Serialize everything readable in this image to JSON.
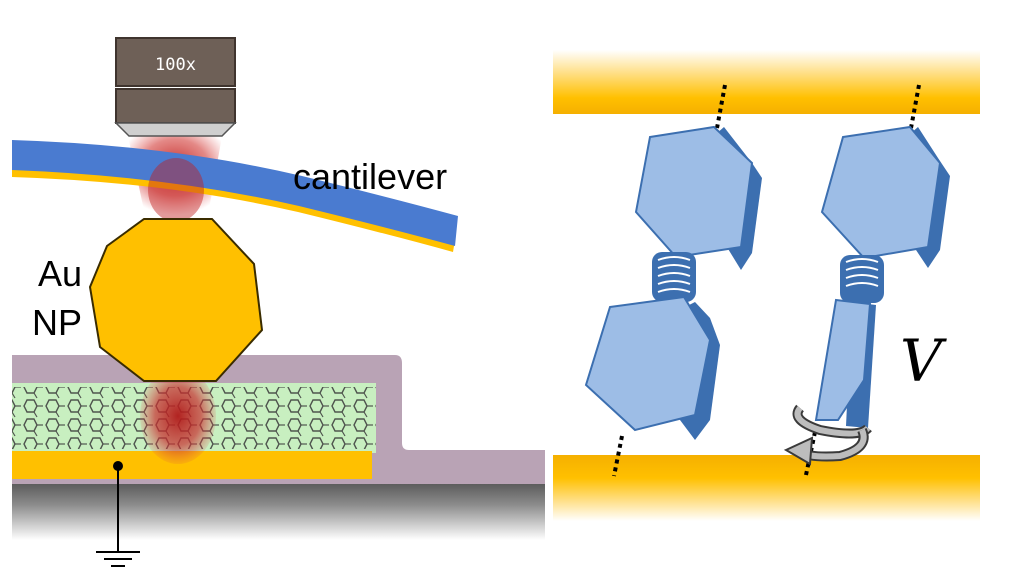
{
  "left_panel": {
    "objective_label": "100x",
    "cantilever_label": "cantilever",
    "particle_label_line1": "Au",
    "particle_label_line2": "NP"
  },
  "right_panel": {
    "voltage_label": "V"
  },
  "colors": {
    "gold": "#ffc000",
    "cantilever_blue": "#4a7bd0",
    "hexagon_fill": "#9dbde6",
    "hexagon_edge": "#3c6fb0",
    "laser_red": "#c0201e",
    "polymer_mauve": "#b9a3b5",
    "molecule_green": "#c8efc0",
    "objective_brown": "#6e6057"
  },
  "icons": [
    "ground-icon",
    "rotation-arrow-icon",
    "spring-coil-icon"
  ]
}
